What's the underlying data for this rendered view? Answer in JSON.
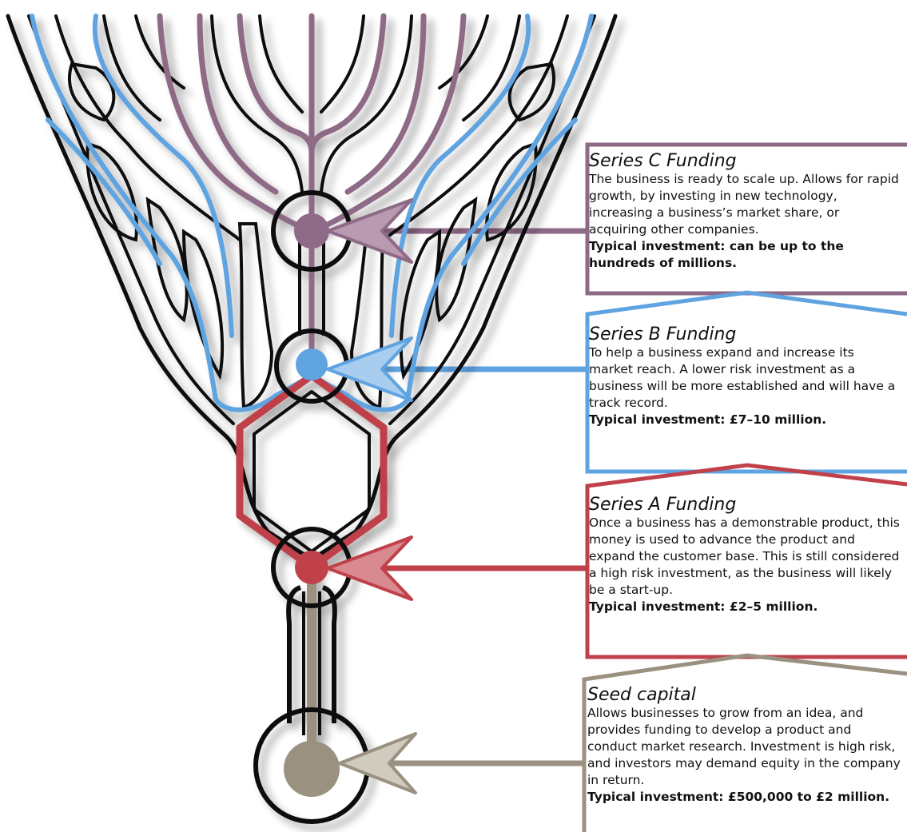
{
  "colors": {
    "seed": "#9a9180",
    "series_a": "#c0414a",
    "series_b": "#5fa3e0",
    "series_c": "#8e6a86",
    "outline": "#111111"
  },
  "stages": [
    {
      "key": "series_c",
      "title": "Series C Funding",
      "description": "The business is ready to scale up. Allows for rapid growth, by investing in new technology, increasing a business’s market share, or acquiring other companies.",
      "investment": "Typical investment: can be up to the hundreds of millions."
    },
    {
      "key": "series_b",
      "title": "Series B Funding",
      "description": "To help a business expand and increase its market reach. A lower risk investment as a business will be more established and will have a track record.",
      "investment": "Typical investment: £7–10 million."
    },
    {
      "key": "series_a",
      "title": "Series A Funding",
      "description": "Once a business has a demonstrable product, this money is used to advance the product and expand the customer base. This is still considered a high risk investment, as the business will likely be a start-up.",
      "investment": "Typical investment: £2–5 million."
    },
    {
      "key": "seed",
      "title": "Seed capital",
      "description": "Allows businesses to grow from an idea, and provides funding to develop a product and conduct market research. Investment is high risk, and investors may demand equity in the company in return.",
      "investment": "Typical investment: £500,000 to £2 million."
    }
  ]
}
